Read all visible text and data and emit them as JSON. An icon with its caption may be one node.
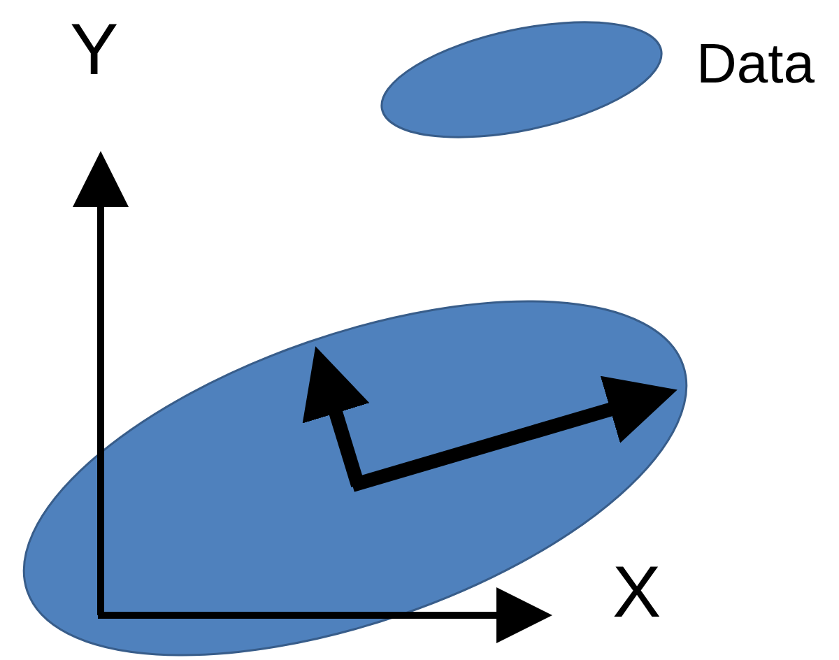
{
  "diagram": {
    "labels": [
      "Y",
      "X"
    ],
    "legend": [
      {
        "text": "Data",
        "color": "#4f81bd"
      }
    ]
  }
}
